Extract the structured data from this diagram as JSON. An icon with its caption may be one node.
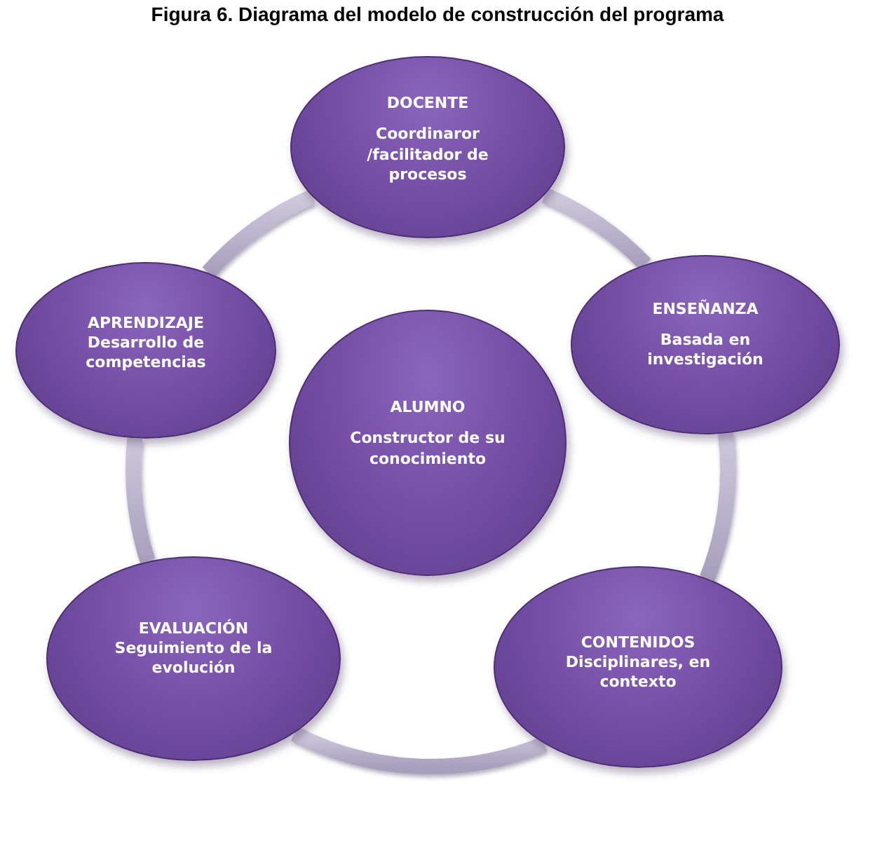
{
  "diagram": {
    "title": "Figura 6. Diagrama del modelo de construcción del programa",
    "nodes": [
      {
        "text": [
          "DOCENTE",
          "Coordinaror /facilitador de procesos"
        ]
      },
      {
        "text": [
          "APRENDIZAJE",
          "Desarrollo de competencias"
        ]
      },
      {
        "text": [
          "ALUMNO",
          "Constructor de su conocimiento"
        ]
      },
      {
        "text": [
          "ENSEÑANZA",
          "Basada en investigación"
        ]
      },
      {
        "text": [
          "EVALUACIÓN",
          "Seguimiento de la evolución"
        ]
      },
      {
        "text": [
          "CONTENIDOS",
          "Disciplinares,  en contexto"
        ]
      }
    ],
    "edges": [
      {
        "from": 0,
        "to": 3,
        "arrow": "none"
      },
      {
        "from": 3,
        "to": 5,
        "arrow": "none"
      },
      {
        "from": 5,
        "to": 4,
        "arrow": "none"
      },
      {
        "from": 4,
        "to": 1,
        "arrow": "none"
      },
      {
        "from": 1,
        "to": 0,
        "arrow": "none"
      }
    ]
  }
}
